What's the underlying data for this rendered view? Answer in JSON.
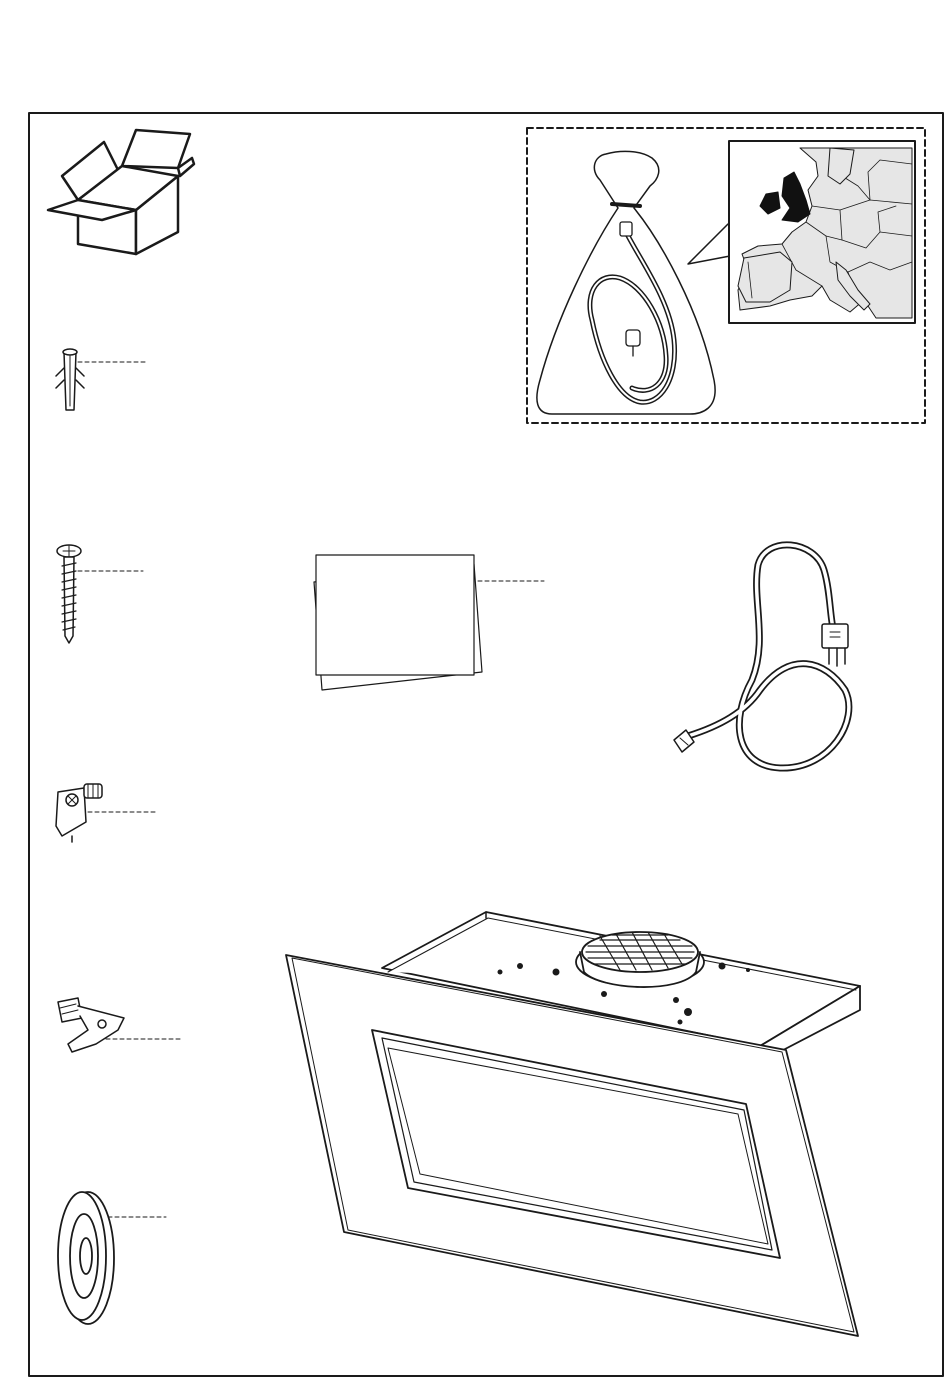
{
  "page": {
    "kind": "hood-contents-diagram",
    "line_color": "#1a1a1a",
    "fill_color": "#ffffff",
    "map_land_color": "#e6e6e6",
    "map_highlight_color": "#111111"
  },
  "parts": [
    {
      "name": "shipping-box",
      "icon": "box-icon"
    },
    {
      "name": "wall-plug",
      "icon": "wall-plug-icon"
    },
    {
      "name": "screw",
      "icon": "screw-icon"
    },
    {
      "name": "documentation",
      "icon": "booklet-icon"
    },
    {
      "name": "power-cable",
      "icon": "power-cable-icon"
    },
    {
      "name": "locking-bracket",
      "icon": "bracket-icon"
    },
    {
      "name": "mounting-clip",
      "icon": "clip-icon"
    },
    {
      "name": "duct-reducer-ring",
      "icon": "ring-icon"
    },
    {
      "name": "cooker-hood",
      "icon": "hood-icon"
    },
    {
      "name": "uk-plug-bag",
      "icon": "bag-cable-icon"
    },
    {
      "name": "europe-map",
      "icon": "map-icon"
    }
  ]
}
